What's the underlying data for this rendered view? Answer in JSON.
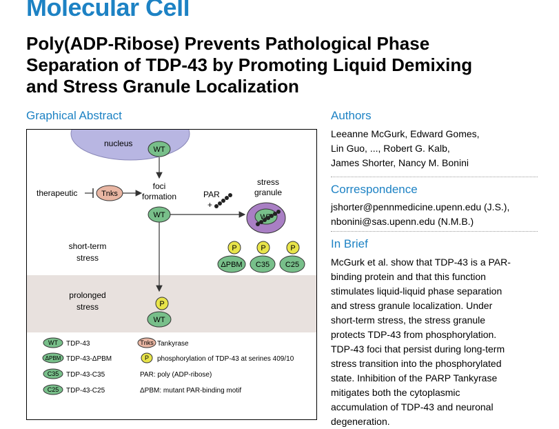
{
  "journal": "Molecular Cell",
  "title_lines": [
    "Poly(ADP-Ribose) Prevents Pathological Phase",
    "Separation of TDP-43 by Promoting Liquid Demixing",
    "and Stress Granule Localization"
  ],
  "sections": {
    "graphical_abstract": "Graphical Abstract",
    "authors": "Authors",
    "correspondence": "Correspondence",
    "in_brief": "In Brief"
  },
  "authors_lines": [
    "Leeanne McGurk, Edward Gomes,",
    "Lin Guo, ..., Robert G. Kalb,",
    "James Shorter, Nancy M. Bonini"
  ],
  "correspondence_lines": [
    "jshorter@pennmedicine.upenn.edu (J.S.),",
    "nbonini@sas.upenn.edu (N.M.B.)"
  ],
  "in_brief_lines": [
    "McGurk et al. show that TDP-43 is a PAR-",
    "binding protein and that this function",
    "stimulates liquid-liquid phase separation",
    "and stress granule localization. Under",
    "short-term stress, the stress granule",
    "protects TDP-43 from phosphorylation.",
    "TDP-43 foci that persist during long-term",
    "stress transition into the phosphorylated",
    "state. Inhibition of the PARP Tankyrase",
    "mitigates both the cytoplasmic",
    "accumulation of TDP-43 and neuronal",
    "degeneration."
  ],
  "diagram": {
    "nucleus": "nucleus",
    "wt": "WT",
    "therapeutic": "therapeutic",
    "tnks": "Tnks",
    "foci": "foci",
    "formation": "formation",
    "par": "PAR",
    "plus": "+",
    "stress": "stress",
    "granule": "granule",
    "p": "P",
    "dpbm": "ΔPBM",
    "c35": "C35",
    "c25": "C25",
    "short_term": "short-term",
    "prolonged": "prolonged",
    "stress_word": "stress"
  },
  "legend": {
    "wt_label": "TDP-43",
    "dpbm_label": "TDP-43-ΔPBM",
    "c35_label": "TDP-43-C35",
    "c25_label": "TDP-43-C25",
    "tnks_label": "Tankyrase",
    "p_label": "phosphorylation of TDP-43 at serines 409/10",
    "par_label": "PAR: poly (ADP-ribose)",
    "dpbm_def": "ΔPBM: mutant PAR-binding motif"
  },
  "colors": {
    "accent_blue": "#1d82c4",
    "tdp43_green": "#78bf8a",
    "phospho_yellow": "#e8e44a",
    "tankyrase_pink": "#e9b6a3",
    "granule_purple": "#a97fc4",
    "nucleus_lilac": "#b8b6e2",
    "prolonged_band": "#e8e1de"
  }
}
